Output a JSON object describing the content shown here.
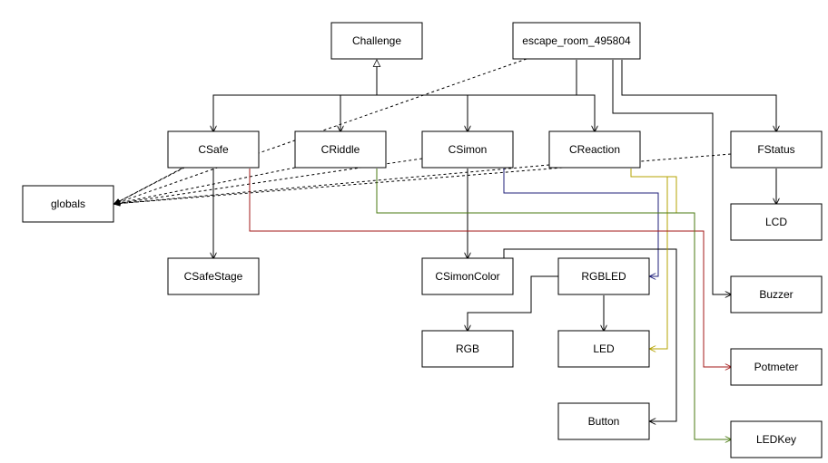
{
  "diagram": {
    "nodes": [
      {
        "id": "challenge",
        "label": "Challenge"
      },
      {
        "id": "escape_room",
        "label": "escape_room_495804"
      },
      {
        "id": "csafe",
        "label": "CSafe"
      },
      {
        "id": "criddle",
        "label": "CRiddle"
      },
      {
        "id": "csimon",
        "label": "CSimon"
      },
      {
        "id": "creaction",
        "label": "CReaction"
      },
      {
        "id": "fstatus",
        "label": "FStatus"
      },
      {
        "id": "globals",
        "label": "globals"
      },
      {
        "id": "lcd",
        "label": "LCD"
      },
      {
        "id": "csafestage",
        "label": "CSafeStage"
      },
      {
        "id": "csimoncolor",
        "label": "CSimonColor"
      },
      {
        "id": "rgbled",
        "label": "RGBLED"
      },
      {
        "id": "buzzer",
        "label": "Buzzer"
      },
      {
        "id": "rgb",
        "label": "RGB"
      },
      {
        "id": "led",
        "label": "LED"
      },
      {
        "id": "potmeter",
        "label": "Potmeter"
      },
      {
        "id": "button",
        "label": "Button"
      },
      {
        "id": "ledkey",
        "label": "LEDKey"
      }
    ],
    "edges": [
      {
        "id": "challenge-to-csafe",
        "from": "challenge",
        "to": "csafe",
        "kind": "inheritance",
        "color": "#000000"
      },
      {
        "id": "challenge-to-criddle",
        "from": "challenge",
        "to": "criddle",
        "kind": "inheritance",
        "color": "#000000"
      },
      {
        "id": "challenge-to-csimon",
        "from": "challenge",
        "to": "csimon",
        "kind": "inheritance",
        "color": "#000000"
      },
      {
        "id": "challenge-to-creaction",
        "from": "challenge",
        "to": "creaction",
        "kind": "inheritance",
        "color": "#000000"
      },
      {
        "id": "escape-to-challenges",
        "from": "escape_room",
        "to": "csafe",
        "kind": "association",
        "color": "#000000"
      },
      {
        "id": "escape-to-fstatus",
        "from": "escape_room",
        "to": "fstatus",
        "kind": "association",
        "color": "#000000"
      },
      {
        "id": "escape-to-buzzer",
        "from": "escape_room",
        "to": "buzzer",
        "kind": "association",
        "color": "#000000"
      },
      {
        "id": "escape-to-globals",
        "from": "escape_room",
        "to": "globals",
        "kind": "dependency",
        "color": "#000000"
      },
      {
        "id": "csafe-to-globals",
        "from": "csafe",
        "to": "globals",
        "kind": "dependency",
        "color": "#000000"
      },
      {
        "id": "criddle-to-globals",
        "from": "criddle",
        "to": "globals",
        "kind": "dependency",
        "color": "#000000"
      },
      {
        "id": "csimon-to-globals",
        "from": "csimon",
        "to": "globals",
        "kind": "dependency",
        "color": "#000000"
      },
      {
        "id": "creaction-to-globals",
        "from": "creaction",
        "to": "globals",
        "kind": "dependency",
        "color": "#000000"
      },
      {
        "id": "fstatus-to-globals",
        "from": "fstatus",
        "to": "globals",
        "kind": "dependency",
        "color": "#000000"
      },
      {
        "id": "csafe-to-csafestage",
        "from": "csafe",
        "to": "csafestage",
        "kind": "association",
        "color": "#000000"
      },
      {
        "id": "fstatus-to-lcd",
        "from": "fstatus",
        "to": "lcd",
        "kind": "association",
        "color": "#000000"
      },
      {
        "id": "csimon-to-csimoncolor",
        "from": "csimon",
        "to": "csimoncolor",
        "kind": "association",
        "color": "#000000"
      },
      {
        "id": "csimon-to-rgbled",
        "from": "csimon",
        "to": "rgbled",
        "kind": "association",
        "color": "#1f1f7a"
      },
      {
        "id": "rgbled-to-rgb",
        "from": "rgbled",
        "to": "rgb",
        "kind": "association",
        "color": "#000000"
      },
      {
        "id": "rgbled-to-led",
        "from": "rgbled",
        "to": "led",
        "kind": "association",
        "color": "#000000"
      },
      {
        "id": "csimoncolor-to-button",
        "from": "csimoncolor",
        "to": "button",
        "kind": "association",
        "color": "#000000"
      },
      {
        "id": "creaction-to-led",
        "from": "creaction",
        "to": "led",
        "kind": "association",
        "color": "#b5a300"
      },
      {
        "id": "creaction-to-ledkey",
        "from": "creaction",
        "to": "ledkey",
        "kind": "association",
        "color": "#b5a300"
      },
      {
        "id": "csafe-to-potmeter",
        "from": "csafe",
        "to": "potmeter",
        "kind": "association",
        "color": "#a31a1a"
      },
      {
        "id": "criddle-to-ledkey",
        "from": "criddle",
        "to": "ledkey",
        "kind": "association",
        "color": "#4a7a12"
      }
    ]
  }
}
